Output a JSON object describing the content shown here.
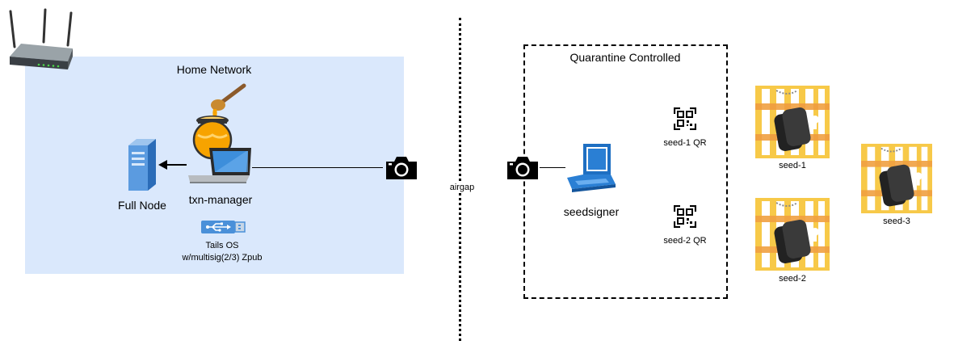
{
  "home_network": {
    "title": "Home Network",
    "full_node_label": "Full Node",
    "txn_manager_label": "txn-manager",
    "tails_os_line1": "Tails OS",
    "tails_os_line2": "w/multisig(2/3) Zpub"
  },
  "divider": {
    "label": "airgap"
  },
  "quarantine": {
    "title": "Quarantine Controlled",
    "seedsigner_label": "seedsigner",
    "qr1_label": "seed-1 QR",
    "qr2_label": "seed-2 QR"
  },
  "seeds": [
    {
      "label": "seed-1"
    },
    {
      "label": "seed-2"
    },
    {
      "label": "seed-3"
    }
  ],
  "icons": {
    "router": "router-icon",
    "server": "server-icon",
    "honey_pot": "honey-pot-icon",
    "laptop": "laptop-icon",
    "usb": "usb-drive-icon",
    "camera": "camera-icon",
    "qr": "qr-code-icon",
    "dog_tag": "dog-tag-icon"
  },
  "colors": {
    "home_network_fill": "#dae8fc",
    "cage": "#f5c542",
    "cage_bar": "#f0a040",
    "honey": "#f7a300",
    "laptop_blue": "#2a7fd4"
  }
}
